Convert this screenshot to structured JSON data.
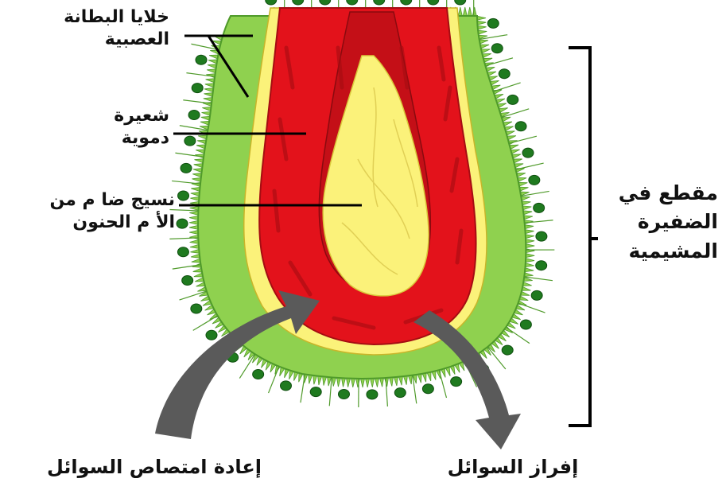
{
  "labels": {
    "ependymal_cells": {
      "line1": "خلايا البطانة",
      "line2": "العصبية"
    },
    "capillary": {
      "line1": "شعيرة",
      "line2": "دموية"
    },
    "pia_mater": {
      "line1": "نسيج ضا م من",
      "line2": "الأ م الحنون"
    },
    "section": {
      "line1": "مقطع في",
      "line2": "الضفيرة",
      "line3": "المشيمية"
    },
    "reabsorption": "إعادة امتصاص السوائل",
    "secretion": "إفراز السوائل"
  },
  "colors": {
    "epithelium": "#8fd14f",
    "epithelium_dark": "#4f9a2a",
    "nucleus": "#1f7a1f",
    "blood_vessel": "#e3121b",
    "blood_vessel_dark": "#a50d12",
    "connective_tissue": "#fbf27a",
    "arrow": "#5a5a5a"
  }
}
